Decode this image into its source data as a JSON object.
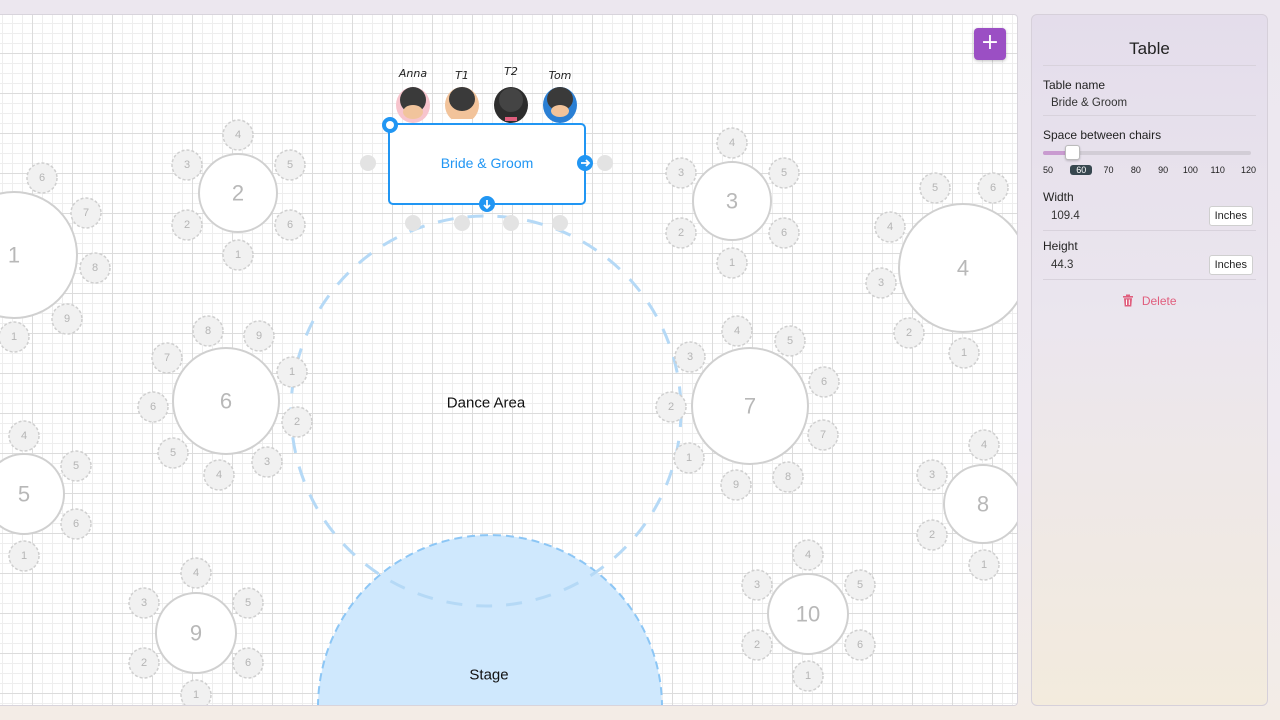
{
  "plan": {
    "tables": [
      {
        "label": "1",
        "seats": [
          "1",
          "9",
          "8",
          "7",
          "6"
        ]
      },
      {
        "label": "2",
        "seats": [
          "1",
          "2",
          "3",
          "4",
          "5",
          "6"
        ]
      },
      {
        "label": "3",
        "seats": [
          "1",
          "2",
          "3",
          "4",
          "5",
          "6"
        ]
      },
      {
        "label": "4",
        "seats": [
          "1",
          "2",
          "3",
          "4",
          "5",
          "6"
        ]
      },
      {
        "label": "5",
        "seats": [
          "1",
          "4",
          "5",
          "6"
        ]
      },
      {
        "label": "6",
        "seats": [
          "1",
          "2",
          "3",
          "4",
          "5",
          "6",
          "7",
          "8",
          "9"
        ]
      },
      {
        "label": "7",
        "seats": [
          "1",
          "2",
          "3",
          "4",
          "5",
          "6",
          "7",
          "8",
          "9"
        ]
      },
      {
        "label": "8",
        "seats": [
          "1",
          "2",
          "3",
          "4"
        ]
      },
      {
        "label": "9",
        "seats": [
          "1",
          "2",
          "3",
          "4",
          "5",
          "6"
        ]
      },
      {
        "label": "10",
        "seats": [
          "1",
          "2",
          "3",
          "4",
          "5",
          "6"
        ]
      }
    ],
    "selected_table": {
      "label": "Bride & Groom",
      "guests": [
        "Anna",
        "T1",
        "T2",
        "Tom"
      ]
    },
    "dance_area_label": "Dance Area",
    "stage_label": "Stage",
    "colors": {
      "accent": "#2196f3",
      "selected_border": "#2196f3",
      "stage_fill": "#cfe8fd",
      "add_button": "#9b4fc4",
      "delete": "#e05e7d"
    }
  },
  "toolbar": {
    "add_label": "+"
  },
  "panel": {
    "title": "Table",
    "table_name_label": "Table name",
    "table_name_value": "Bride & Groom",
    "spacing_label": "Space between chairs",
    "spacing_ticks": [
      "50",
      "60",
      "70",
      "80",
      "90",
      "100",
      "110",
      "120"
    ],
    "spacing_value": 60,
    "width_label": "Width",
    "width_value": "109.4",
    "width_unit": "Inches",
    "height_label": "Height",
    "height_value": "44.3",
    "height_unit": "Inches",
    "delete_label": "Delete"
  }
}
